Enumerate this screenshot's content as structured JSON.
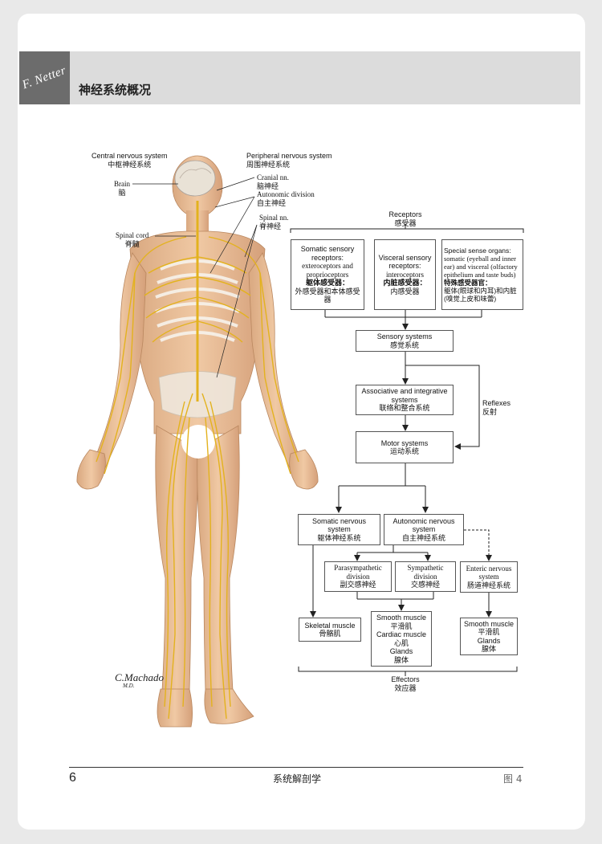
{
  "header": {
    "logo": "F. Netter",
    "title": "神经系统概况"
  },
  "illustration": {
    "labels": {
      "cns_en": "Central nervous system",
      "cns_zh": "中枢神经系统",
      "pns_en": "Peripheral nervous system",
      "pns_zh": "周围神经系统",
      "brain_en": "Brain",
      "brain_zh": "脑",
      "cranial_en": "Cranial nn.",
      "cranial_zh": "脑神经",
      "autonomic_en": "Autonomic division",
      "autonomic_zh": "自主神经",
      "spinal_nn_en": "Spinal nn.",
      "spinal_nn_zh": "脊神经",
      "spinal_cord_en": "Spinal cord",
      "spinal_cord_zh": "脊髓"
    },
    "signature": "C.Machado",
    "signature_md": "M.D."
  },
  "flowchart": {
    "receptors": {
      "en": "Receptors",
      "zh": "感受器"
    },
    "somatic_sensory": {
      "en": "Somatic sensory receptors:",
      "sub": "exteroceptors and proprioceptors",
      "zh": "躯体感受器：",
      "zh_sub": "外感受器和本体感受器"
    },
    "visceral_sensory": {
      "en": "Visceral sensory receptors:",
      "sub": "interoceptors",
      "zh": "内脏感受器：",
      "zh_sub": "内感受器"
    },
    "special_sense": {
      "en": "Special sense organs:",
      "sub": "somatic (eyeball and inner ear) and visceral (olfactory epithelium and taste buds)",
      "zh": "特殊感受器官：",
      "zh_sub": "躯体(眼球和内耳)和内脏(嗅觉上皮和味蕾)"
    },
    "sensory_systems": {
      "en": "Sensory systems",
      "zh": "感觉系统"
    },
    "associative": {
      "en": "Associative and integrative systems",
      "zh": "联络和整合系统"
    },
    "reflexes": {
      "en": "Reflexes",
      "zh": "反射"
    },
    "motor_systems": {
      "en": "Motor systems",
      "zh": "运动系统"
    },
    "somatic_nervous": {
      "en": "Somatic nervous system",
      "zh": "躯体神经系统"
    },
    "autonomic_nervous": {
      "en": "Autonomic nervous system",
      "zh": "自主神经系统"
    },
    "parasympathetic": {
      "en": "Parasympathetic division",
      "zh": "副交感神经"
    },
    "sympathetic": {
      "en": "Sympathetic division",
      "zh": "交感神经"
    },
    "enteric": {
      "en": "Enteric nervous system",
      "zh": "肠道神经系统"
    },
    "skeletal": {
      "en": "Skeletal muscle",
      "zh": "骨骼肌"
    },
    "smooth_center": {
      "l1": "Smooth muscle",
      "l2": "平滑肌",
      "l3": "Cardiac muscle",
      "l4": "心肌",
      "l5": "Glands",
      "l6": "腺体"
    },
    "smooth_right": {
      "l1": "Smooth muscle",
      "l2": "平滑肌",
      "l3": "Glands",
      "l4": "腺体"
    },
    "effectors": {
      "en": "Effectors",
      "zh": "效应器"
    }
  },
  "footer": {
    "page_number": "6",
    "section": "系统解剖学",
    "figure": "图 4"
  }
}
